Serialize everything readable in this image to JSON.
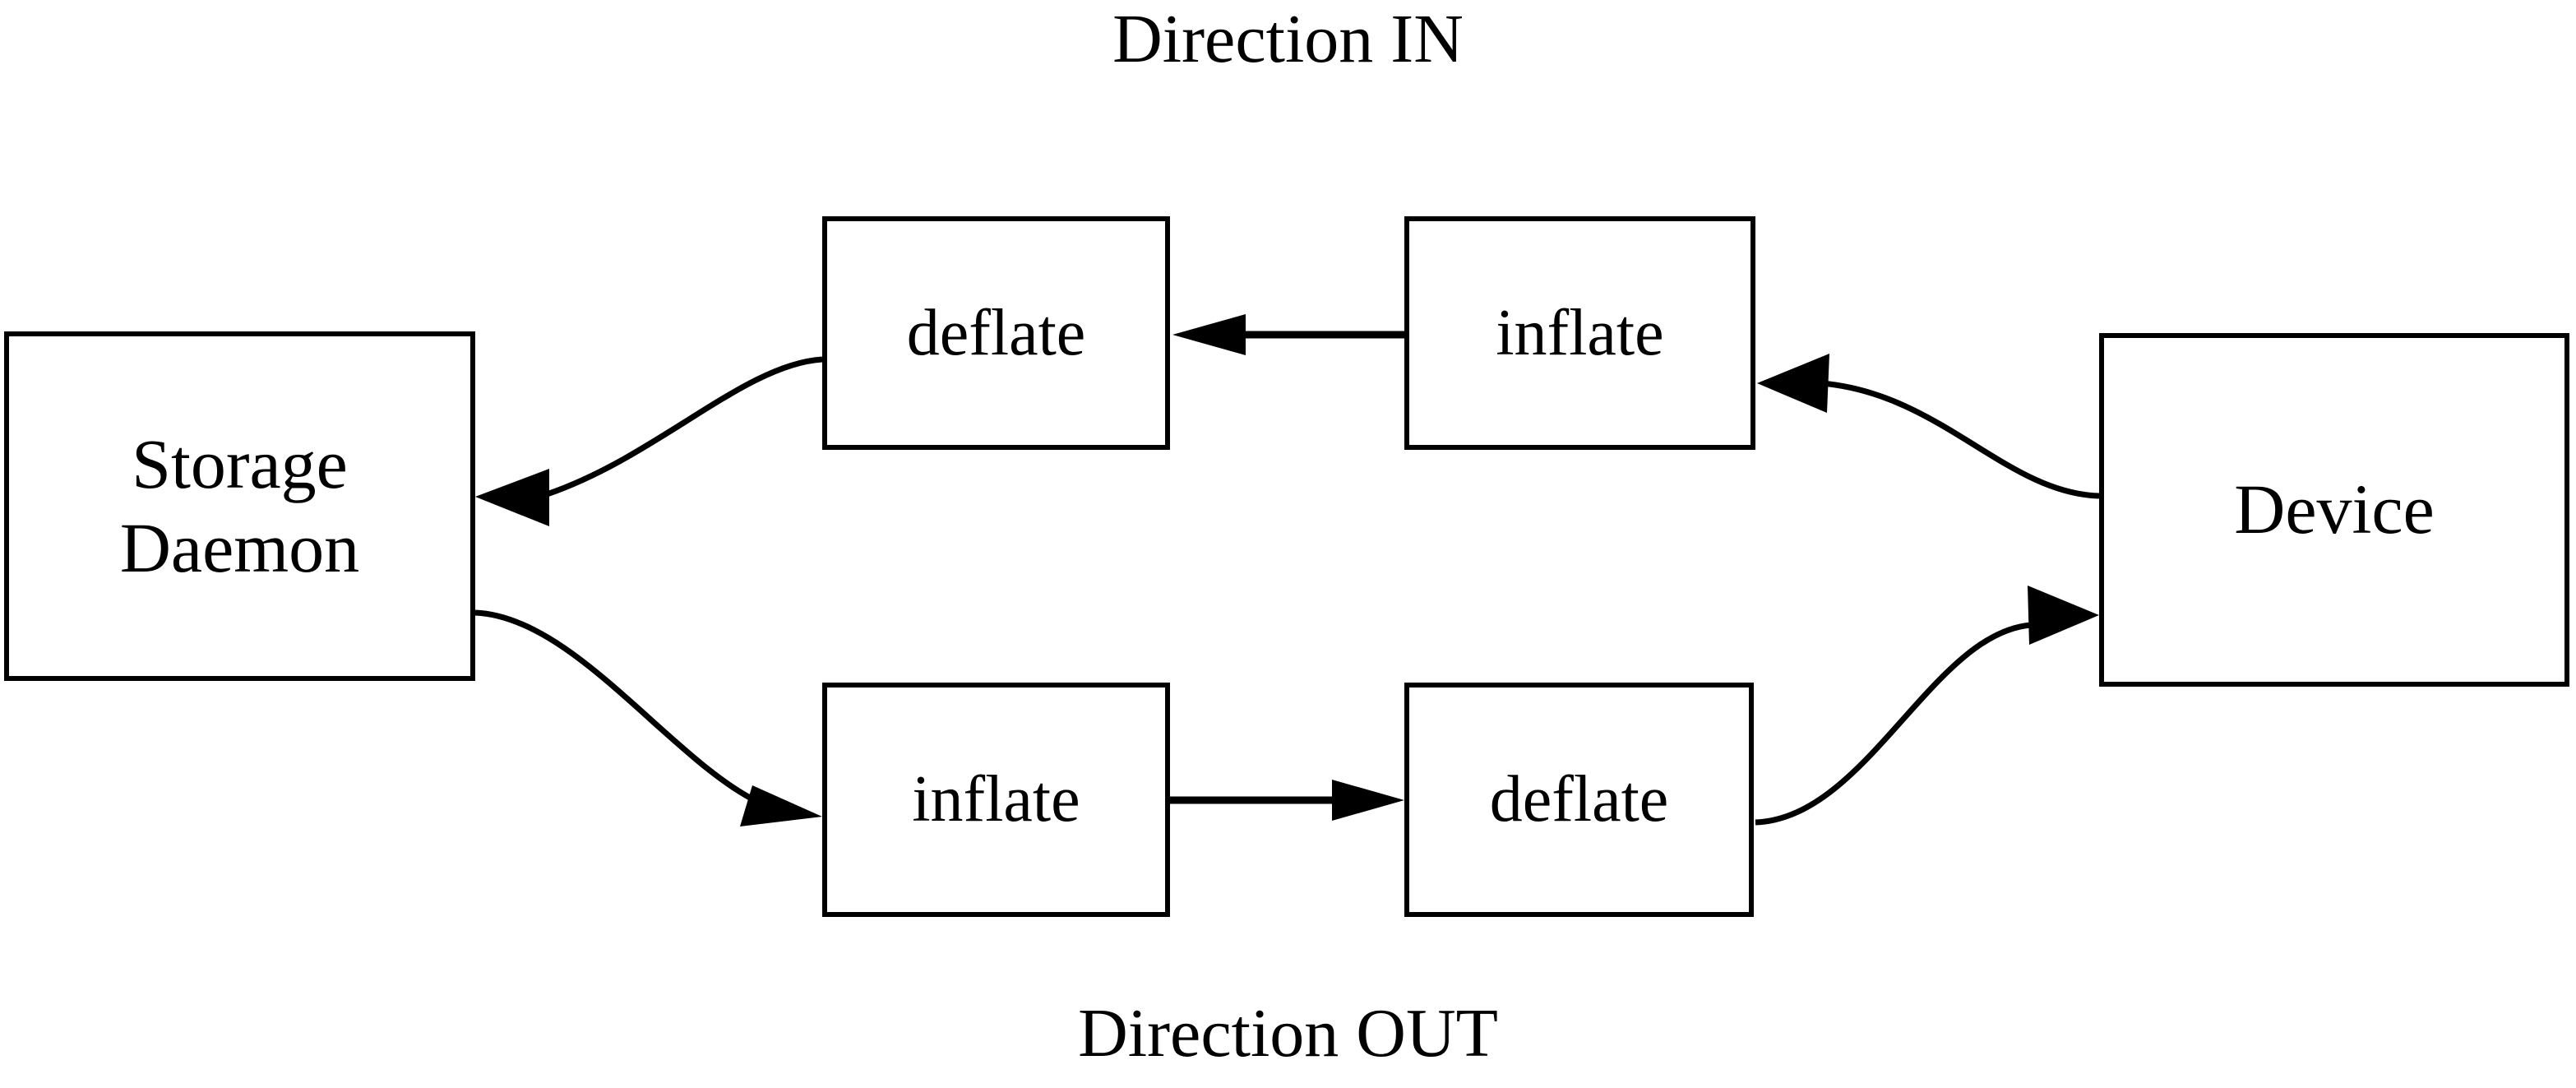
{
  "diagram": {
    "title_top": "Direction IN",
    "title_bottom": "Direction OUT",
    "colors": {
      "stroke": "#000000",
      "fill": "#ffffff",
      "text": "#000000"
    },
    "nodes": [
      {
        "id": "storage-daemon",
        "label": "Storage\nDaemon"
      },
      {
        "id": "deflate-in",
        "label": "deflate"
      },
      {
        "id": "inflate-in",
        "label": "inflate"
      },
      {
        "id": "device",
        "label": "Device"
      },
      {
        "id": "inflate-out",
        "label": "inflate"
      },
      {
        "id": "deflate-out",
        "label": "deflate"
      }
    ],
    "edges": [
      {
        "id": "device-to-inflate-in",
        "from": "device",
        "to": "inflate-in",
        "style": "curved",
        "arrow": "end"
      },
      {
        "id": "inflate-in-to-deflate-in",
        "from": "inflate-in",
        "to": "deflate-in",
        "style": "straight",
        "arrow": "end"
      },
      {
        "id": "deflate-in-to-storage",
        "from": "deflate-in",
        "to": "storage-daemon",
        "style": "curved",
        "arrow": "end"
      },
      {
        "id": "storage-to-inflate-out",
        "from": "storage-daemon",
        "to": "inflate-out",
        "style": "curved",
        "arrow": "end"
      },
      {
        "id": "inflate-out-to-deflate-out",
        "from": "inflate-out",
        "to": "deflate-out",
        "style": "straight",
        "arrow": "end"
      },
      {
        "id": "deflate-out-to-device",
        "from": "deflate-out",
        "to": "device",
        "style": "curved",
        "arrow": "end"
      }
    ]
  }
}
